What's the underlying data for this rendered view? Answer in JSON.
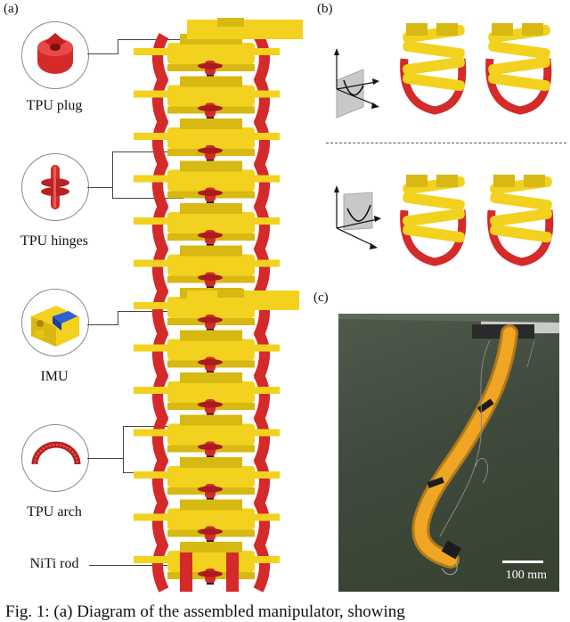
{
  "labels": {
    "panel_a": "(a)",
    "panel_b": "(b)",
    "panel_c": "(c)",
    "tpu_plug": "TPU plug",
    "tpu_hinges": "TPU hinges",
    "imu": "IMU",
    "tpu_arch": "TPU arch",
    "niti_rod": "NiTi rod",
    "scale": "100 mm"
  },
  "caption": "Fig. 1: (a) Diagram of the assembled manipulator, showing",
  "colors": {
    "yellow": "#f2d21f",
    "yellow_dark": "#d8b812",
    "red": "#d42a2a",
    "red_dark": "#a81c1c",
    "rod": "#1a1a1a",
    "imu_blue": "#2d5fd6",
    "plane_gray": "#c8c8c8"
  }
}
